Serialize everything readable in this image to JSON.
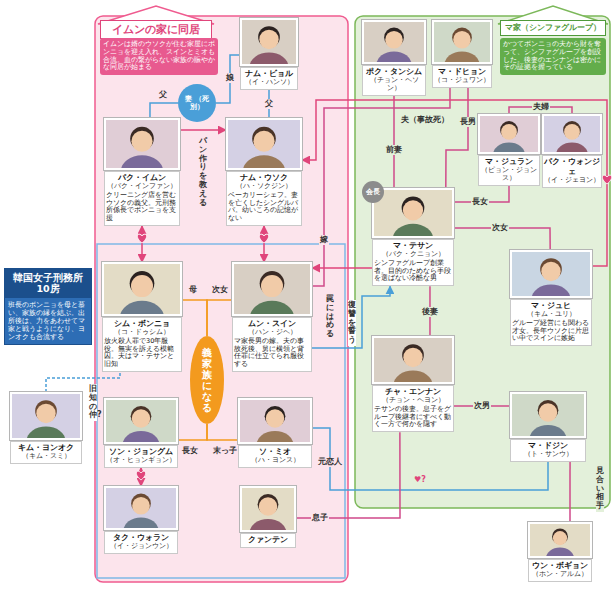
{
  "diagram": {
    "nodes": [
      {
        "text": [
          "イムンの家に同居",
          "イムンは婿のウソクが住む家屋にボンニョを迎え入れ、スインとミオも合流。血の繋がらない家族の賑やかな同居が始まる"
        ]
      },
      {
        "text": [
          "ナム・ビョル",
          "（イ・ハンソ）"
        ],
        "in": 0
      },
      {
        "text": [
          "妻 （死別）"
        ],
        "in": 0
      },
      {
        "text": [
          "パク・イムン",
          "（パク・インファン）",
          "クリーニング店を営むウソクの義父。元刑務所係長でボンニョを支援"
        ],
        "in": 0
      },
      {
        "text": [
          "ナム・ウソク",
          "（ハ・ソクジン）",
          "ベーカリーシェフ。妻を亡くしたシングルパパ。幼いころの記憶がない"
        ],
        "in": 0
      },
      {
        "text": [
          "シム・ボンニョ",
          "（コ・ドゥシム）",
          "放火殺人罪で30年服役。無実を訴える模範囚。夫はマ・テサンと旧知"
        ],
        "in": 0
      },
      {
        "text": [
          "義家族になる"
        ],
        "in": 0
      },
      {
        "text": [
          "ムン・スイン",
          "（ハン・ジヘ）",
          "マ家長男の嫁。夫の事故死後、舅に横領と背任罪に仕立てられ服役する"
        ],
        "in": 0
      },
      {
        "text": [
          "ソン・ジョングム",
          "（オ・ヒョンギョン）"
        ],
        "in": 0
      },
      {
        "text": [
          "ソ・ミオ",
          "（ハ・ヨンス）"
        ],
        "in": 0
      },
      {
        "text": [
          "タク・ウォラン",
          "（イ・ジョンウン）"
        ],
        "in": 0
      },
      {
        "text": [
          "クァンテン"
        ],
        "in": 0
      },
      {
        "text": [
          "マ家（シンファグループ）",
          "かつてボンニョの夫から財を奪って、シンファグループを創設した。後妻のエンナンは密かにその証拠を握っている"
        ]
      },
      {
        "text": [
          "ポク・タンシム",
          "（チョン・ヘソン）"
        ],
        "in": 12
      },
      {
        "text": [
          "マ・ドヒョン",
          "（コ・ジュワン）"
        ],
        "in": 12
      },
      {
        "text": [
          "マ・ジュラン",
          "（ピョン・ジョンス）"
        ],
        "in": 12
      },
      {
        "text": [
          "パク・ウォンジェ",
          "（イ・ジェヨン）"
        ],
        "in": 12
      },
      {
        "text": [
          "会長",
          "マ・テサン",
          "（パク・クニョン）",
          "シンファグループ創業者。目的のためなら手段を選ばない冷酷な男"
        ],
        "in": 12
      },
      {
        "text": [
          "マ・ジュヒ",
          "（キム・ユリ）",
          "グループ経営にも関わる才女。長年ウソクに片思い中でスインに嫉妬"
        ],
        "in": 12
      },
      {
        "text": [
          "チャ・エンナン",
          "（チョン・ヘヨン）",
          "テサンの後妻。息子をグループ後継者にすべく動く一方で何かを隠す"
        ],
        "in": 12
      },
      {
        "text": [
          "マ・ドジン",
          "（ト・サンウ）"
        ],
        "in": 12
      },
      {
        "text": [
          "韓国女子刑務所10房",
          "班長のボンニョを母と慕い、家族の縁を結ぶ。出所後は、力をあわせてマ家と戦うようになり、ヨンオクも合流する"
        ]
      },
      {
        "text": [
          "キム・ヨンオク",
          "（キム・スミ）"
        ]
      },
      {
        "text": [
          "ウン・ボギョン",
          "（ホン・アルム）"
        ]
      }
    ],
    "edges": [
      {
        "from": 2,
        "to": 3,
        "label": "父",
        "arrow": "none"
      },
      {
        "from": 2,
        "to": 1,
        "label": "娘",
        "arrow": "none"
      },
      {
        "from": 1,
        "to": 4,
        "label": "父",
        "arrow": "none"
      },
      {
        "from": 3,
        "to": 4,
        "label": "パン作りを教える",
        "arrow": "to"
      },
      {
        "from": 3,
        "to": 5,
        "arrow": "both"
      },
      {
        "from": 4,
        "to": 7,
        "arrow": "both"
      },
      {
        "from": 6,
        "to": 5,
        "label": "母",
        "arrow": "none"
      },
      {
        "from": 6,
        "to": 7,
        "label": "次女",
        "arrow": "none"
      },
      {
        "from": 6,
        "to": 8,
        "label": "長女",
        "arrow": "none"
      },
      {
        "from": 6,
        "to": 9,
        "label": "末っ子",
        "arrow": "none"
      },
      {
        "from": 8,
        "to": 10,
        "arrow": "both"
      },
      {
        "from": 22,
        "to": 5,
        "arrow": "none"
      },
      {
        "from": 14,
        "to": 7,
        "label": "嫁",
        "arrow": "none"
      },
      {
        "from": 17,
        "to": 7,
        "label": "罠にはめる",
        "arrow": "to"
      },
      {
        "from": 7,
        "to": 17,
        "label": "復讐を誓う",
        "arrow": "to"
      },
      {
        "from": 13,
        "to": 17,
        "label": "前妻",
        "arrow": "none"
      },
      {
        "from": 17,
        "to": 14,
        "label": "長男",
        "arrow": "none"
      },
      {
        "from": 17,
        "to": 15,
        "label": "長女",
        "arrow": "none"
      },
      {
        "from": 17,
        "to": 18,
        "label": "次女",
        "arrow": "none"
      },
      {
        "from": 17,
        "to": 19,
        "label": "後妻",
        "arrow": "none"
      },
      {
        "from": 15,
        "to": 16,
        "label": "夫婦",
        "arrow": "none"
      },
      {
        "from": 19,
        "to": 20,
        "label": "次男",
        "arrow": "none"
      },
      {
        "from": 9,
        "to": 20,
        "label": "元恋人",
        "arrow": "none"
      },
      {
        "from": 19,
        "to": 11,
        "label": "息子",
        "arrow": "none"
      },
      {
        "from": 20,
        "to": 23,
        "label": "見合い相手",
        "arrow": "none"
      },
      {
        "from": 18,
        "to": 4,
        "arrow": "to"
      }
    ],
    "labels": [
      "夫（事故死）",
      "旧知の仲?",
      "♥?"
    ]
  }
}
